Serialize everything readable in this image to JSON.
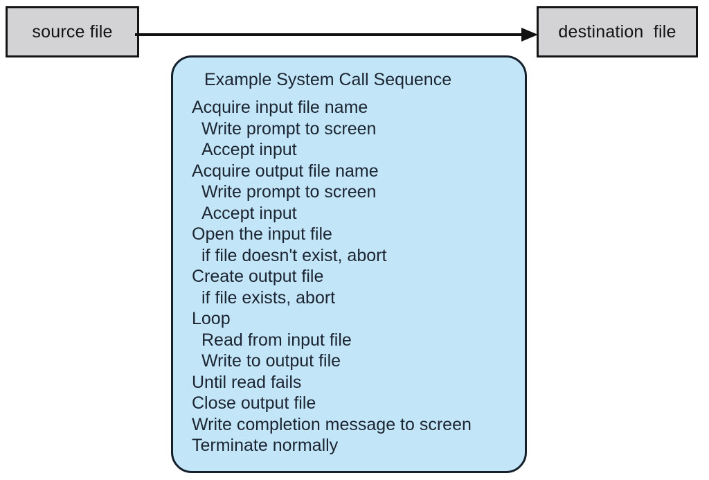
{
  "diagram": {
    "title": "Example System Call Sequence",
    "colors": {
      "box_fill": "#d3d3d5",
      "box_border": "#141414",
      "panel_fill": "#c2e6f8",
      "panel_border": "#16202c",
      "text": "#1b2430",
      "arrow": "#111111",
      "background": "#ffffff"
    },
    "source_box": {
      "label": "source file"
    },
    "destination_box": {
      "label": "destination  file"
    },
    "arrow": {
      "name": "copy-flow-arrow",
      "direction": "left-to-right",
      "from": "source file",
      "to": "destination  file"
    },
    "panel": {
      "title": "Example System Call Sequence",
      "steps": [
        {
          "text": "Acquire input file name",
          "indent": 0
        },
        {
          "text": "Write prompt to screen",
          "indent": 1
        },
        {
          "text": "Accept input",
          "indent": 1
        },
        {
          "text": "Acquire output file name",
          "indent": 0
        },
        {
          "text": "Write prompt to screen",
          "indent": 1
        },
        {
          "text": "Accept input",
          "indent": 1
        },
        {
          "text": "Open the input file",
          "indent": 0
        },
        {
          "text": "if file doesn't exist, abort",
          "indent": 1
        },
        {
          "text": "Create output file",
          "indent": 0
        },
        {
          "text": "if file exists, abort",
          "indent": 1
        },
        {
          "text": "Loop",
          "indent": 0
        },
        {
          "text": "Read from input file",
          "indent": 1
        },
        {
          "text": "Write to output file",
          "indent": 1
        },
        {
          "text": "Until read fails",
          "indent": 0
        },
        {
          "text": "Close output file",
          "indent": 0
        },
        {
          "text": "Write completion message to screen",
          "indent": 0
        },
        {
          "text": "Terminate normally",
          "indent": 0
        }
      ]
    }
  }
}
